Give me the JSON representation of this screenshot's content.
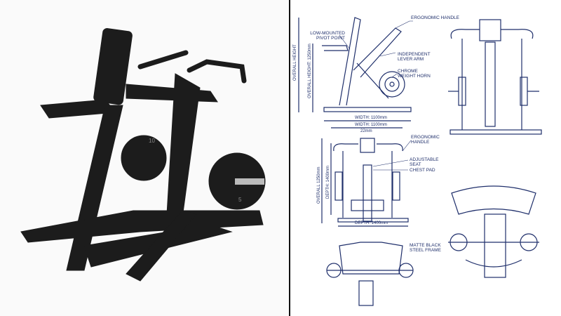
{
  "colors": {
    "blueprint": "#1f2f6b",
    "machine": "#1c1c1c",
    "background": "#ffffff"
  },
  "photo": {
    "plate_marks": [
      "10",
      "5"
    ]
  },
  "side_view": {
    "labels": {
      "handle": "ERGONOMIC HANDLE",
      "pivot": "LOW-MOUNTED PIVOT POINT",
      "lever": "INDEPENDENT LEVER ARM",
      "horn": "CHROME WEIGHT HORN"
    },
    "dims": {
      "overall_height": "OVERALL HEIGHT",
      "overall_height_mm": "OVERALL HEIGHT: 1250mm",
      "width1": "WIDTH: 1100mm",
      "width2": "WIDTH: 1100mm"
    }
  },
  "front_view": {
    "labels": {
      "handle": "ERGONOMIC HANDLE",
      "seat": "ADJUSTABLE SEAT",
      "chest": "CHEST PAD"
    },
    "dims": {
      "top": "22mm",
      "overall": "OVERALL 1250mm",
      "depth_v": "DEPTH: 1400mm",
      "depth_h": "DEPTH: 1400mm"
    }
  },
  "top_view": {
    "labels": {
      "frame": "MATTE BLACK STEEL FRAME"
    }
  }
}
